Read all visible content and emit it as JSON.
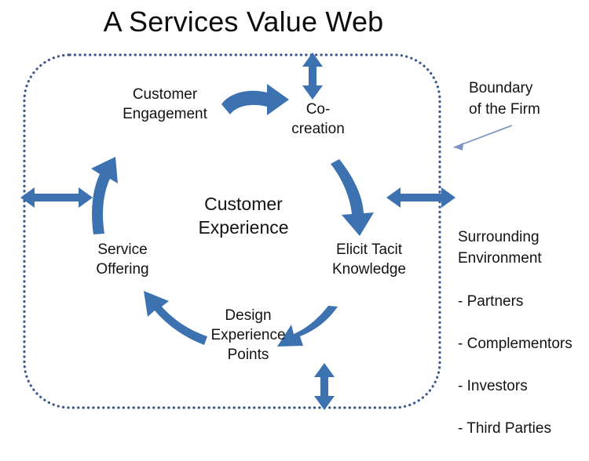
{
  "title": "A Services Value Web",
  "center": {
    "label": "Customer\nExperience"
  },
  "cycle": {
    "nodes": [
      {
        "id": "customer-engagement",
        "label": "Customer\nEngagement"
      },
      {
        "id": "co-creation",
        "label": "Co-\ncreation"
      },
      {
        "id": "elicit-tacit-knowledge",
        "label": "Elicit Tacit\nKnowledge"
      },
      {
        "id": "design-experience-points",
        "label": "Design\nExperience\nPoints"
      },
      {
        "id": "service-offering",
        "label": "Service\nOffering"
      }
    ],
    "arrows": [
      {
        "id": "engagement-to-cocreation",
        "from": "customer-engagement",
        "to": "co-creation"
      },
      {
        "id": "cocreation-to-elicit",
        "from": "co-creation",
        "to": "elicit-tacit-knowledge"
      },
      {
        "id": "elicit-to-design",
        "from": "elicit-tacit-knowledge",
        "to": "design-experience-points"
      },
      {
        "id": "design-to-service",
        "from": "design-experience-points",
        "to": "service-offering"
      },
      {
        "id": "service-to-engagement",
        "from": "service-offering",
        "to": "customer-engagement"
      }
    ]
  },
  "boundary": {
    "callout_label": "Boundary\nof the Firm",
    "style": "dotted-rounded-rectangle"
  },
  "environment": {
    "heading": "Surrounding\nEnvironment",
    "items": [
      "- Partners",
      "- Complementors",
      "- Investors",
      "- Third Parties"
    ]
  },
  "exchange_arrows": [
    {
      "id": "exchange-top",
      "orientation": "vertical"
    },
    {
      "id": "exchange-right",
      "orientation": "horizontal"
    },
    {
      "id": "exchange-bottom",
      "orientation": "vertical"
    },
    {
      "id": "exchange-left",
      "orientation": "horizontal"
    }
  ],
  "colors": {
    "arrow_blue": "#3d72b0",
    "boundary_blue": "#3c5a8c",
    "callout_line": "#7b94bd",
    "text": "#131313",
    "background": "#ffffff"
  }
}
